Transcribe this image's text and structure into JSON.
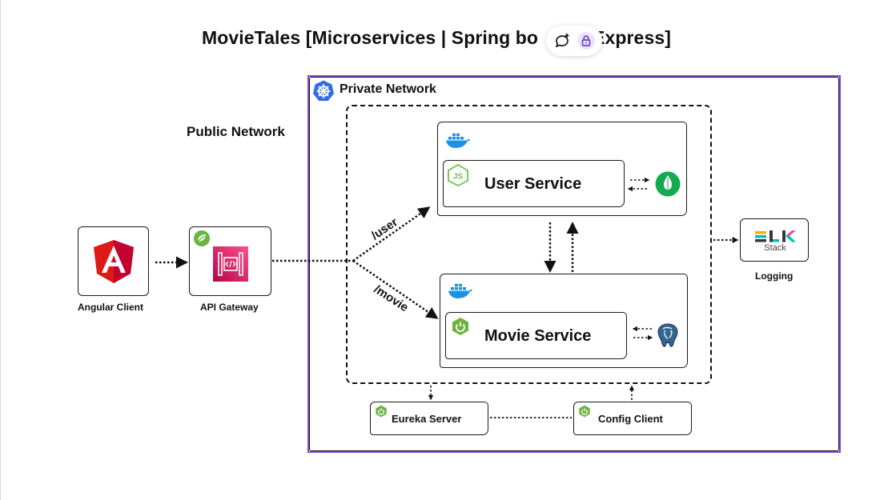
{
  "title": "MovieTales [Microservices | Spring bo",
  "title_tail": "Express]",
  "toolbar": {
    "comment_icon": "comment-plus-icon",
    "lock_icon": "lock-icon",
    "accent": "#7d4bd1"
  },
  "networks": {
    "public": "Public Network",
    "private": "Private Network"
  },
  "nodes": {
    "angular_client": "Angular Client",
    "api_gateway": "API Gateway",
    "user_service": "User Service",
    "movie_service": "Movie Service",
    "logging": "Logging",
    "elk_stack": "Stack",
    "eureka_server": "Eureka Server",
    "config_client": "Config Client"
  },
  "routes": {
    "user": "/user",
    "movie": "/movie"
  },
  "colors": {
    "angular": "#dd1b16",
    "gateway": "#e0196d",
    "spring": "#6db33f",
    "docker": "#1d91e6",
    "node": "#6cc24a",
    "mongo": "#13aa52",
    "postgres": "#336791",
    "kubernetes": "#326ce5",
    "private_border": "#7d4bd1"
  }
}
